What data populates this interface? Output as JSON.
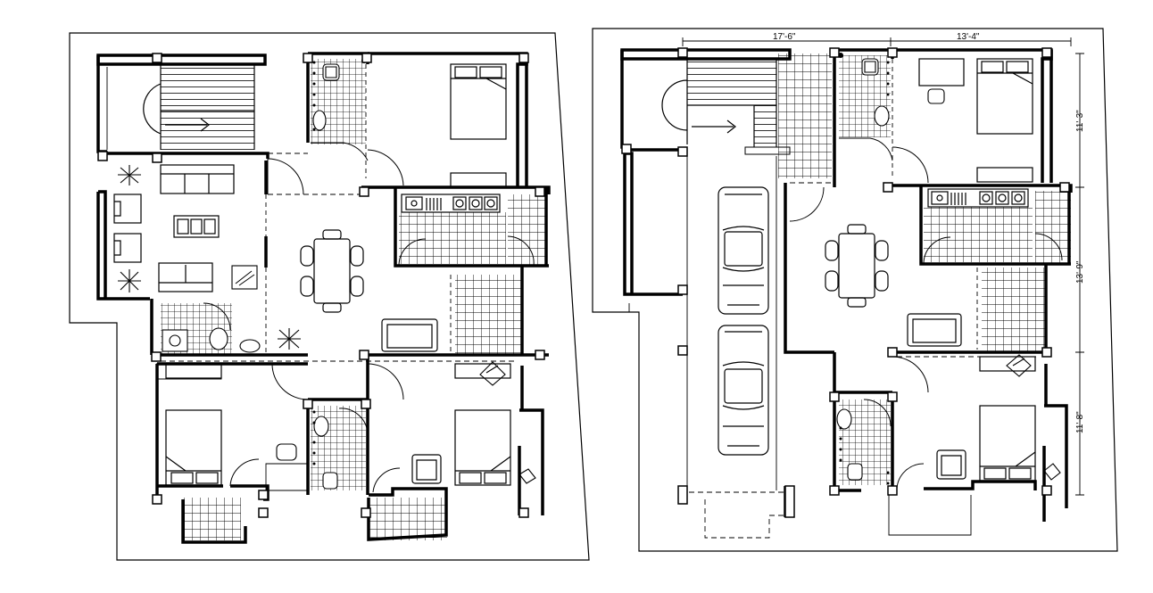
{
  "drawing": {
    "right_plan": {
      "dimensions": {
        "top_left": "17'-6\"",
        "top_right": "13'-4\"",
        "side_top": "11'-3\"",
        "side_middle": "13'-9\"",
        "side_bottom": "11'-8\""
      }
    }
  },
  "colors": {
    "ink": "#000000",
    "paper": "#ffffff"
  }
}
